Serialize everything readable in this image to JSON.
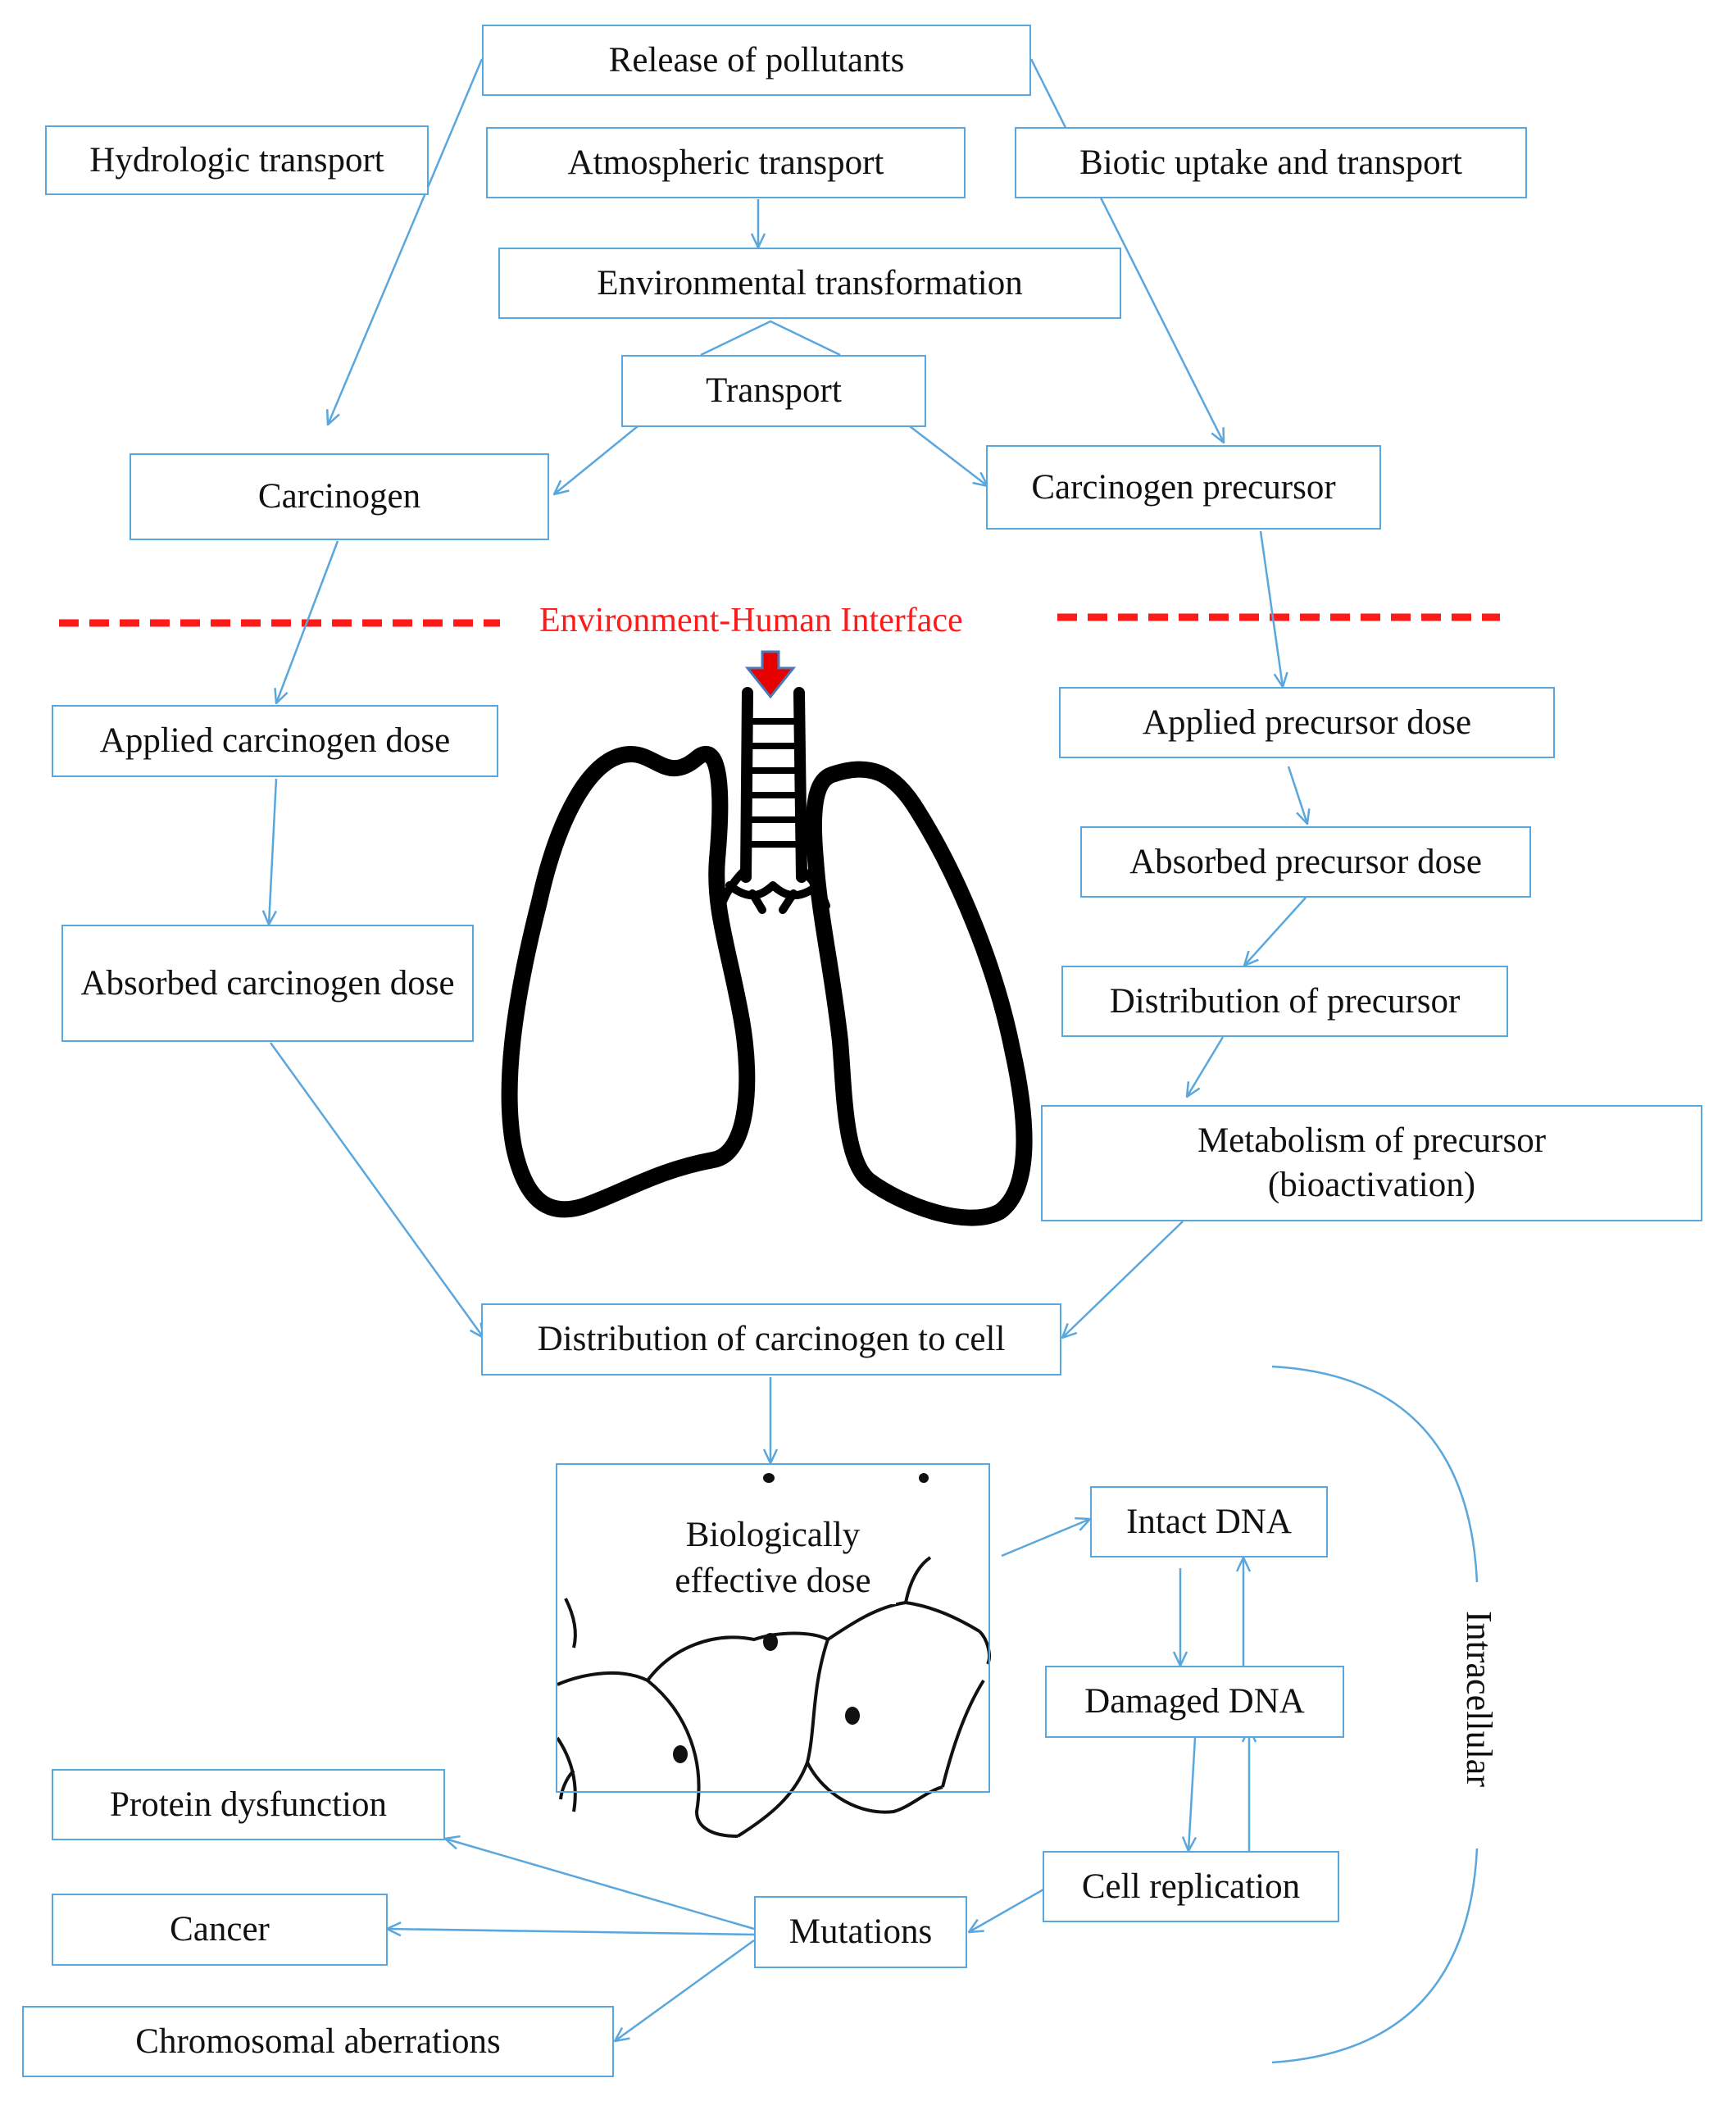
{
  "colors": {
    "box_border": "#5aa7dd",
    "arrow": "#5aa7dd",
    "interface_line": "#ff1a1a",
    "interface_text": "#ff1a1a",
    "lung_outline": "#000000"
  },
  "nodes": {
    "release": "Release of pollutants",
    "hydro": "Hydrologic transport",
    "atmo": "Atmospheric transport",
    "biotic": "Biotic uptake and transport",
    "envtrans": "Environmental transformation",
    "transport": "Transport",
    "carcinogen": "Carcinogen",
    "precursor": "Carcinogen precursor",
    "applied_carc": "Applied carcinogen dose",
    "absorbed_carc": "Absorbed carcinogen dose",
    "applied_prec": "Applied precursor dose",
    "absorbed_prec": "Absorbed precursor dose",
    "dist_prec": "Distribution of precursor",
    "metab_prec": "Metabolism of precursor (bioactivation)",
    "dist_cell": "Distribution of carcinogen to cell",
    "bed": "Biologically effective dose",
    "intact": "Intact DNA",
    "damaged": "Damaged DNA",
    "replication": "Cell replication",
    "mutations": "Mutations",
    "protein": "Protein dysfunction",
    "cancer": "Cancer",
    "chromo": "Chromosomal aberrations"
  },
  "interface_label": "Environment-Human Interface",
  "intracellular_label": "Intracellular",
  "icons": {
    "lungs": "lungs-icon",
    "cells": "cell-tissue-icon",
    "down_arrow": "down-arrow-icon"
  }
}
